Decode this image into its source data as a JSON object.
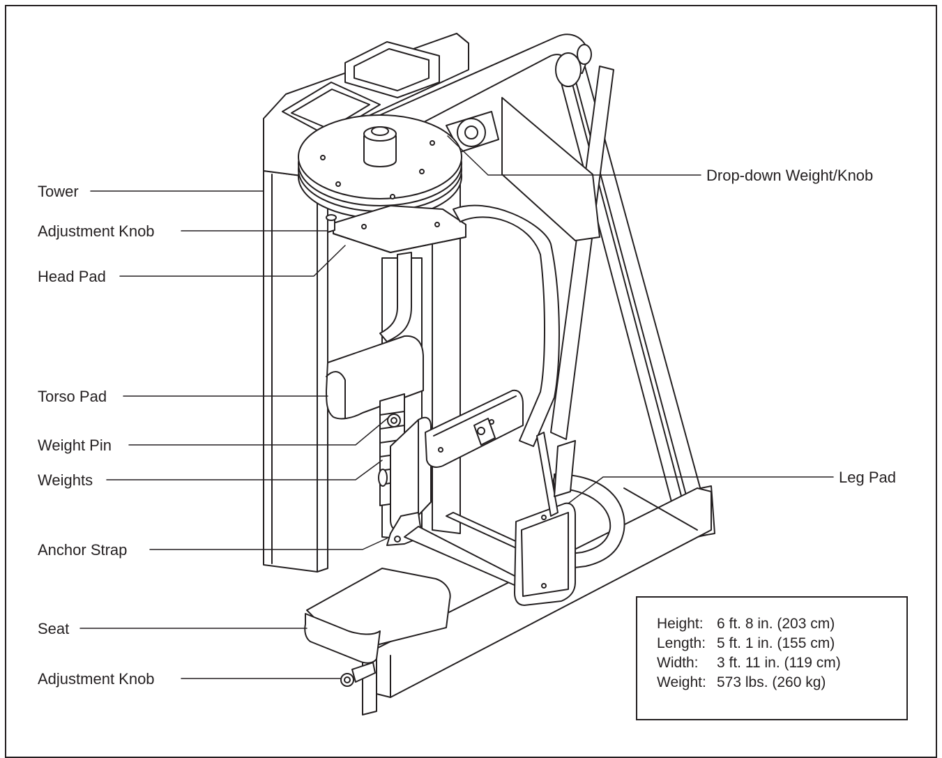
{
  "colors": {
    "ink": "#231f20",
    "paper": "#ffffff"
  },
  "labels": {
    "tower": "Tower",
    "adjustment_knob_top": "Adjustment Knob",
    "head_pad": "Head Pad",
    "torso_pad": "Torso Pad",
    "weight_pin": "Weight Pin",
    "weights": "Weights",
    "anchor_strap": "Anchor Strap",
    "seat": "Seat",
    "adjustment_knob_bottom": "Adjustment Knob",
    "drop_down_weight_knob": "Drop-down Weight/Knob",
    "leg_pad": "Leg Pad"
  },
  "specs": [
    {
      "key": "Height:",
      "value": "6 ft. 8 in. (203 cm)"
    },
    {
      "key": "Length:",
      "value": "5 ft. 1 in. (155 cm)"
    },
    {
      "key": "Width:",
      "value": "3 ft. 11 in. (119 cm)"
    },
    {
      "key": "Weight:",
      "value": "573 lbs. (260 kg)"
    }
  ]
}
